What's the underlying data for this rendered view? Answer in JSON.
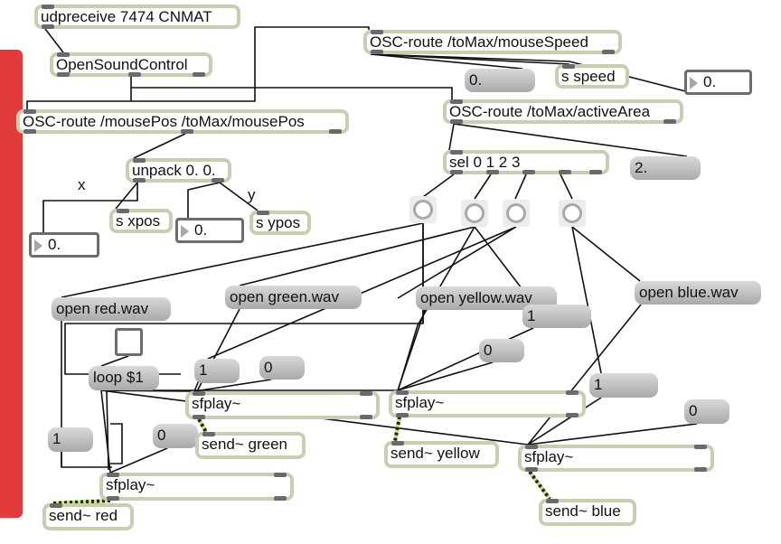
{
  "patcher": {
    "objects": {
      "udpreceive": "udpreceive 7474 CNMAT",
      "opensoundcontrol": "OpenSoundControl",
      "osc_route_mousespeed": "OSC-route /toMax/mouseSpeed",
      "s_speed": "s speed",
      "osc_route_mousepos": "OSC-route /mousePos /toMax/mousePos",
      "osc_route_activearea": "OSC-route /toMax/activeArea",
      "sel": "sel 0 1 2 3",
      "unpack": "unpack 0. 0.",
      "s_xpos": "s xpos",
      "s_ypos": "s ypos",
      "sfplay_green": "sfplay~",
      "sfplay_yellow": "sfplay~",
      "sfplay_blue": "sfplay~",
      "sfplay_red": "sfplay~",
      "send_green": "send~ green",
      "send_yellow": "send~ yellow",
      "send_blue": "send~ blue",
      "send_red": "send~ red"
    },
    "messages": {
      "speed_value": "0.",
      "area_value": "2.",
      "open_red": "open red.wav",
      "open_green": "open green.wav",
      "open_yellow": "open yellow.wav",
      "open_blue": "open blue.wav",
      "loop": "loop $1",
      "yellow_one": "1",
      "yellow_zero": "0",
      "green_one": "1",
      "green_zero": "0",
      "blue_one": "1",
      "blue_zero": "0",
      "red_one": "1",
      "red_zero": "0"
    },
    "numbers": {
      "speed": "0.",
      "xpos": "0.",
      "ypos": "0."
    },
    "labels": {
      "x": "x",
      "y": "y"
    },
    "toggle": {
      "loop_on": false
    },
    "bangs": [
      "bang-0",
      "bang-1",
      "bang-2",
      "bang-3"
    ]
  },
  "colors": {
    "sidebar": "#e23b3c",
    "object_border": "#c9cdb2",
    "signal_cord": "#c8e36a"
  }
}
